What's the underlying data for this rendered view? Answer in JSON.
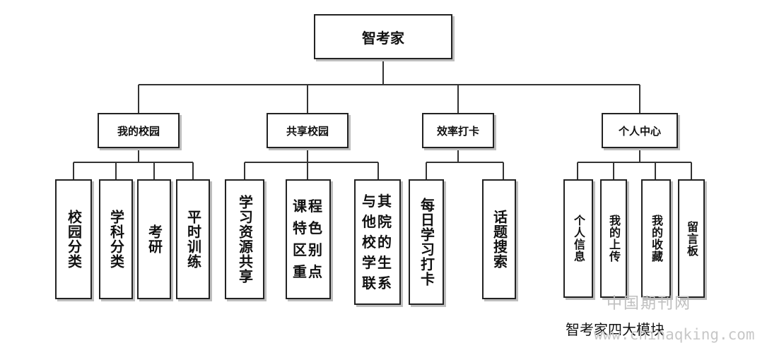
{
  "diagram": {
    "root": "智考家",
    "modules": [
      {
        "label": "我的校园",
        "children": [
          "校园分类",
          "学科分类",
          "考研",
          "平时训练"
        ]
      },
      {
        "label": "共享校园",
        "children": [
          "学习资源共享",
          "课程特色区别重点",
          "与其他院校的学生联系"
        ]
      },
      {
        "label": "效率打卡",
        "children": [
          "每日学习打卡",
          "话题搜索"
        ]
      },
      {
        "label": "个人中心",
        "children": [
          "个人信息",
          "我的上传",
          "我的收藏",
          "留言板"
        ]
      }
    ]
  },
  "caption": "智考家四大模块",
  "watermark": "中国期刊网",
  "watermark_url": "www.chinaqking.com"
}
